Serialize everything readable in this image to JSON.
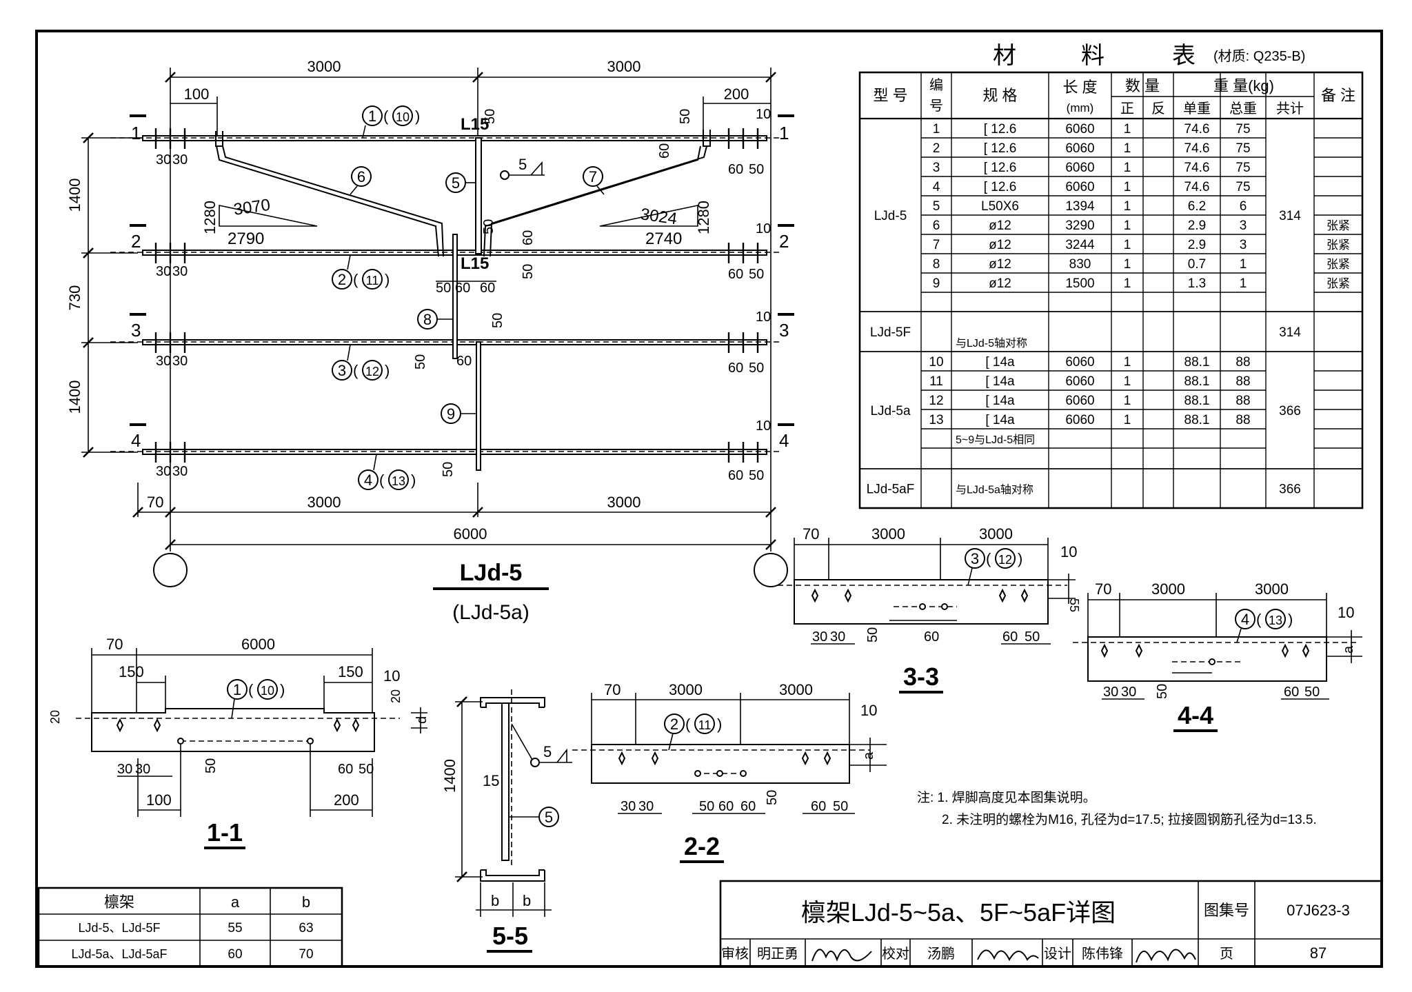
{
  "materials_table": {
    "title_chars": [
      "材",
      "料",
      "表"
    ],
    "material_note": "(材质: Q235-B)",
    "headers": {
      "type": "型 号",
      "number": "编号",
      "spec": "规  格",
      "length": "长 度",
      "length_unit": "(mm)",
      "quantity": "数 量",
      "qty_pos": "正",
      "qty_neg": "反",
      "weight": "重  量(kg)",
      "unit_weight": "单重",
      "total_weight": "总重",
      "sum": "共计",
      "remark": "备 注"
    },
    "rows": [
      {
        "no": "1",
        "spec": "[ 12.6",
        "length": "6060",
        "pos": "1",
        "neg": "",
        "unit": "74.6",
        "total": "75",
        "remark": ""
      },
      {
        "no": "2",
        "spec": "[ 12.6",
        "length": "6060",
        "pos": "1",
        "neg": "",
        "unit": "74.6",
        "total": "75",
        "remark": ""
      },
      {
        "no": "3",
        "spec": "[ 12.6",
        "length": "6060",
        "pos": "1",
        "neg": "",
        "unit": "74.6",
        "total": "75",
        "remark": ""
      },
      {
        "no": "4",
        "spec": "[ 12.6",
        "length": "6060",
        "pos": "1",
        "neg": "",
        "unit": "74.6",
        "total": "75",
        "remark": ""
      },
      {
        "no": "5",
        "spec": "L50X6",
        "length": "1394",
        "pos": "1",
        "neg": "",
        "unit": "6.2",
        "total": "6",
        "remark": ""
      },
      {
        "no": "6",
        "spec": "ø12",
        "length": "3290",
        "pos": "1",
        "neg": "",
        "unit": "2.9",
        "total": "3",
        "remark": "张紧"
      },
      {
        "no": "7",
        "spec": "ø12",
        "length": "3244",
        "pos": "1",
        "neg": "",
        "unit": "2.9",
        "total": "3",
        "remark": "张紧"
      },
      {
        "no": "8",
        "spec": "ø12",
        "length": "830",
        "pos": "1",
        "neg": "",
        "unit": "0.7",
        "total": "1",
        "remark": "张紧"
      },
      {
        "no": "9",
        "spec": "ø12",
        "length": "1500",
        "pos": "1",
        "neg": "",
        "unit": "1.3",
        "total": "1",
        "remark": "张紧"
      },
      {
        "no": "",
        "spec": "",
        "length": "",
        "pos": "",
        "neg": "",
        "unit": "",
        "total": "",
        "remark": ""
      },
      {
        "no": "",
        "spec": "与LJd-5轴对称",
        "length": "",
        "pos": "",
        "neg": "",
        "unit": "",
        "total": "",
        "remark": ""
      },
      {
        "no": "10",
        "spec": "[ 14a",
        "length": "6060",
        "pos": "1",
        "neg": "",
        "unit": "88.1",
        "total": "88",
        "remark": ""
      },
      {
        "no": "11",
        "spec": "[ 14a",
        "length": "6060",
        "pos": "1",
        "neg": "",
        "unit": "88.1",
        "total": "88",
        "remark": ""
      },
      {
        "no": "12",
        "spec": "[ 14a",
        "length": "6060",
        "pos": "1",
        "neg": "",
        "unit": "88.1",
        "total": "88",
        "remark": ""
      },
      {
        "no": "13",
        "spec": "[ 14a",
        "length": "6060",
        "pos": "1",
        "neg": "",
        "unit": "88.1",
        "total": "88",
        "remark": ""
      },
      {
        "no": "",
        "spec": "5~9与LJd-5相同",
        "length": "",
        "pos": "",
        "neg": "",
        "unit": "",
        "total": "",
        "remark": ""
      },
      {
        "no": "",
        "spec": "",
        "length": "",
        "pos": "",
        "neg": "",
        "unit": "",
        "total": "",
        "remark": ""
      },
      {
        "no": "",
        "spec": "与LJd-5a轴对称",
        "length": "",
        "pos": "",
        "neg": "",
        "unit": "",
        "total": "",
        "remark": ""
      }
    ],
    "groups": [
      {
        "type": "LJd-5",
        "sum": "314"
      },
      {
        "type": "LJd-5F",
        "sum": "314"
      },
      {
        "type": "LJd-5a",
        "sum": "366"
      },
      {
        "type": "LJd-5aF",
        "sum": "366"
      }
    ]
  },
  "main_view": {
    "title": "LJd-5",
    "subtitle": "(LJd-5a)",
    "dims": {
      "top_left": "3000",
      "top_right": "3000",
      "d100": "100",
      "d200": "200",
      "d50": "50",
      "d60": "60",
      "d10": "10",
      "d15": "15",
      "d30": "30",
      "d70": "70",
      "d6000": "6000",
      "v1400": "1400",
      "v730": "730",
      "slope_l_hyp": "3070",
      "slope_l_v": "1280",
      "slope_l_h": "2790",
      "slope_r_hyp": "3024",
      "slope_r_v": "1280",
      "slope_r_h": "2740",
      "weld": "5"
    },
    "section_marks": [
      "1",
      "2",
      "3",
      "4"
    ],
    "parts": {
      "p1": "1",
      "p1b": "10",
      "p2": "2",
      "p2b": "11",
      "p3": "3",
      "p3b": "12",
      "p4": "4",
      "p4b": "13",
      "p5": "5",
      "p6": "6",
      "p7": "7",
      "p8": "8",
      "p9": "9"
    },
    "l_mark": "L"
  },
  "sections": {
    "s11": {
      "title": "1-1",
      "d70": "70",
      "d6000": "6000",
      "d150": "150",
      "d150b": "150",
      "d10": "10",
      "d20": "20",
      "d20b": "20",
      "d30": "30",
      "d50": "50",
      "d60": "60",
      "d100": "100",
      "d200": "200",
      "d_a": "d",
      "part": "1",
      "partb": "10"
    },
    "s22": {
      "title": "2-2",
      "d70": "70",
      "d3000a": "3000",
      "d3000b": "3000",
      "d10": "10",
      "d30": "30",
      "d50": "50",
      "d60": "60",
      "d_a": "a",
      "part": "2",
      "partb": "11"
    },
    "s33": {
      "title": "3-3",
      "d70": "70",
      "d3000a": "3000",
      "d3000b": "3000",
      "d10": "10",
      "d55": "55",
      "d30": "30",
      "d50": "50",
      "d60": "60",
      "part": "3",
      "partb": "12"
    },
    "s44": {
      "title": "4-4",
      "d70": "70",
      "d3000a": "3000",
      "d3000b": "3000",
      "d10": "10",
      "d30": "30",
      "d50": "50",
      "d60": "60",
      "d_a": "a",
      "part": "4",
      "partb": "13"
    },
    "s55": {
      "title": "5-5",
      "d1400": "1400",
      "d15": "15",
      "weld": "5",
      "part": "5",
      "b": "b"
    }
  },
  "notes": {
    "line1": "注: 1. 焊脚高度见本图集说明。",
    "line2": "2. 未注明的螺栓为M16, 孔径为d=17.5; 拉接圆钢筋孔径为d=13.5."
  },
  "ab_table": {
    "headers": [
      "檩架",
      "a",
      "b"
    ],
    "rows": [
      [
        "LJd-5、LJd-5F",
        "55",
        "63"
      ],
      [
        "LJd-5a、LJd-5aF",
        "60",
        "70"
      ]
    ]
  },
  "title_block": {
    "title": "檩架LJd-5~5a、5F~5aF详图",
    "atlas_label": "图集号",
    "atlas_no": "07J623-3",
    "review_label": "审核",
    "reviewer": "明正勇",
    "check_label": "校对",
    "checker": "汤鹏",
    "design_label": "设计",
    "designer": "陈伟锋",
    "page_label": "页",
    "page_no": "87"
  }
}
